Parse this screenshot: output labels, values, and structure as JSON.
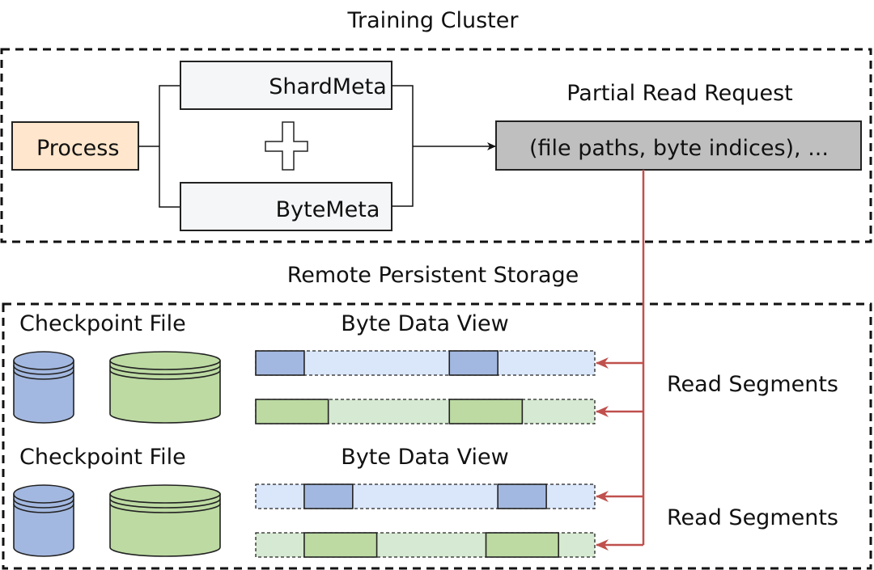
{
  "training_cluster": {
    "title": "Training Cluster",
    "process_label": "Process",
    "shard_meta_label": "ShardMeta",
    "byte_meta_label": "ByteMeta",
    "plus_icon": "plus-icon",
    "request_title": "Partial Read Request",
    "request_content": "(file paths, byte indices), ..."
  },
  "remote_storage": {
    "title": "Remote Persistent Storage",
    "groups": [
      {
        "checkpoint_label": "Checkpoint File",
        "byte_view_label": "Byte Data View",
        "read_label": "Read Segments",
        "segments": {
          "blue": [
            [
              0.0,
              0.143
            ],
            [
              0.571,
              0.714
            ]
          ],
          "green": [
            [
              0.0,
              0.214
            ],
            [
              0.571,
              0.786
            ]
          ]
        }
      },
      {
        "checkpoint_label": "Checkpoint File",
        "byte_view_label": "Byte Data View",
        "read_label": "Read Segments",
        "segments": {
          "blue": [
            [
              0.143,
              0.286
            ],
            [
              0.714,
              0.857
            ]
          ],
          "green": [
            [
              0.143,
              0.357
            ],
            [
              0.679,
              0.893
            ]
          ]
        }
      }
    ]
  },
  "colors": {
    "process_fill": "#ffe6cc",
    "meta_fill": "#f5f6f8",
    "request_fill": "#bfbfbf",
    "blue_fill": "#a3b8e0",
    "blue_light": "#dae6fa",
    "green_fill": "#bcdaa2",
    "green_light": "#d6e9d2",
    "read_arrow": "#c0504d"
  }
}
